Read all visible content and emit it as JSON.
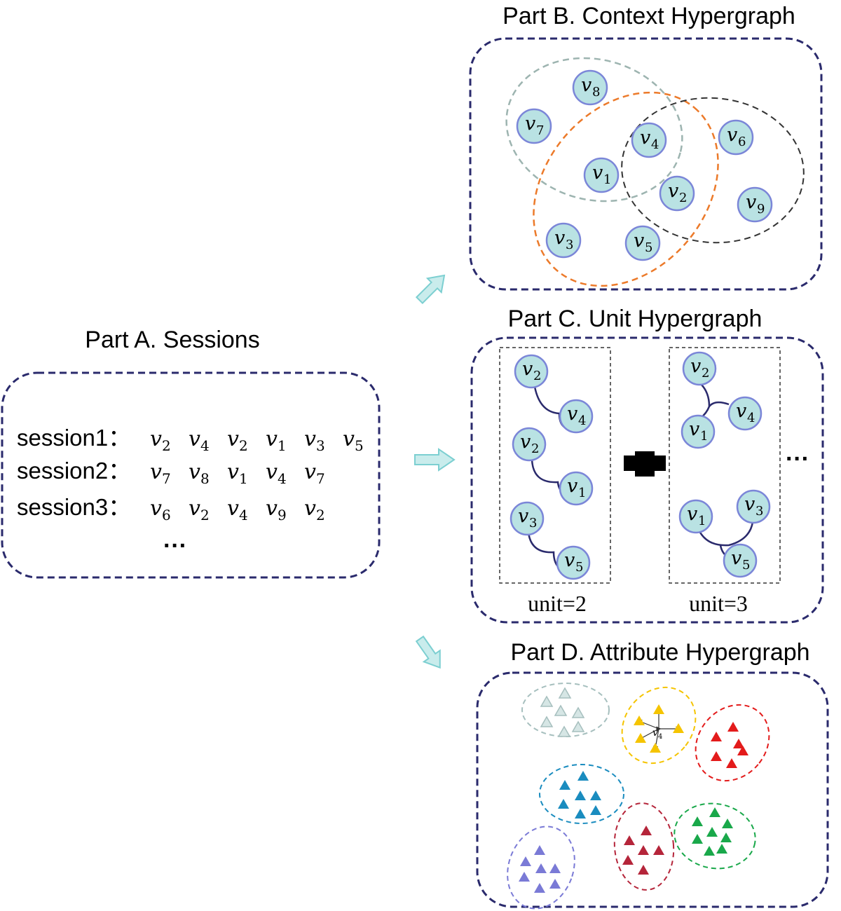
{
  "colors": {
    "frame": "#2a2a6c",
    "node_fill": "#b9e2e3",
    "node_stroke": "#7b86d8",
    "arrow": "#9fd8da",
    "edge_context_gray": "#9db4b0",
    "edge_context_orange": "#ec7a2a",
    "edge_context_black": "#333333",
    "attr_gray": "#a6bfbe",
    "attr_yellow": "#f5c400",
    "attr_red": "#e31b1b",
    "attr_blue": "#1a8cbf",
    "attr_darkred": "#b5253a",
    "attr_green": "#19a84a",
    "attr_purple": "#7a7ad6"
  },
  "partA": {
    "title": "Part A. Sessions",
    "sessions": [
      {
        "label": "session1：",
        "items": [
          "2",
          "4",
          "2",
          "1",
          "3",
          "5"
        ]
      },
      {
        "label": "session2：",
        "items": [
          "7",
          "8",
          "1",
          "4",
          "7"
        ]
      },
      {
        "label": "session3：",
        "items": [
          "6",
          "2",
          "4",
          "9",
          "2"
        ]
      }
    ],
    "ellipsis": "···"
  },
  "partB": {
    "title": "Part B. Context Hypergraph",
    "nodes": [
      "8",
      "7",
      "4",
      "6",
      "1",
      "2",
      "9",
      "3",
      "5"
    ]
  },
  "partC": {
    "title": "Part C. Unit Hypergraph",
    "unit2": {
      "label": "unit=2",
      "nodes": [
        "2",
        "4",
        "2",
        "1",
        "3",
        "5"
      ]
    },
    "unit3": {
      "label": "unit=3",
      "nodes": [
        "2",
        "4",
        "1",
        "3",
        "1",
        "5"
      ]
    },
    "plus_icon": "plus-icon",
    "ellipsis": "···"
  },
  "partD": {
    "title": "Part D. Attribute Hypergraph",
    "center_node": "4",
    "groups": [
      "gray",
      "yellow",
      "red",
      "blue",
      "darkred",
      "green",
      "purple"
    ]
  }
}
